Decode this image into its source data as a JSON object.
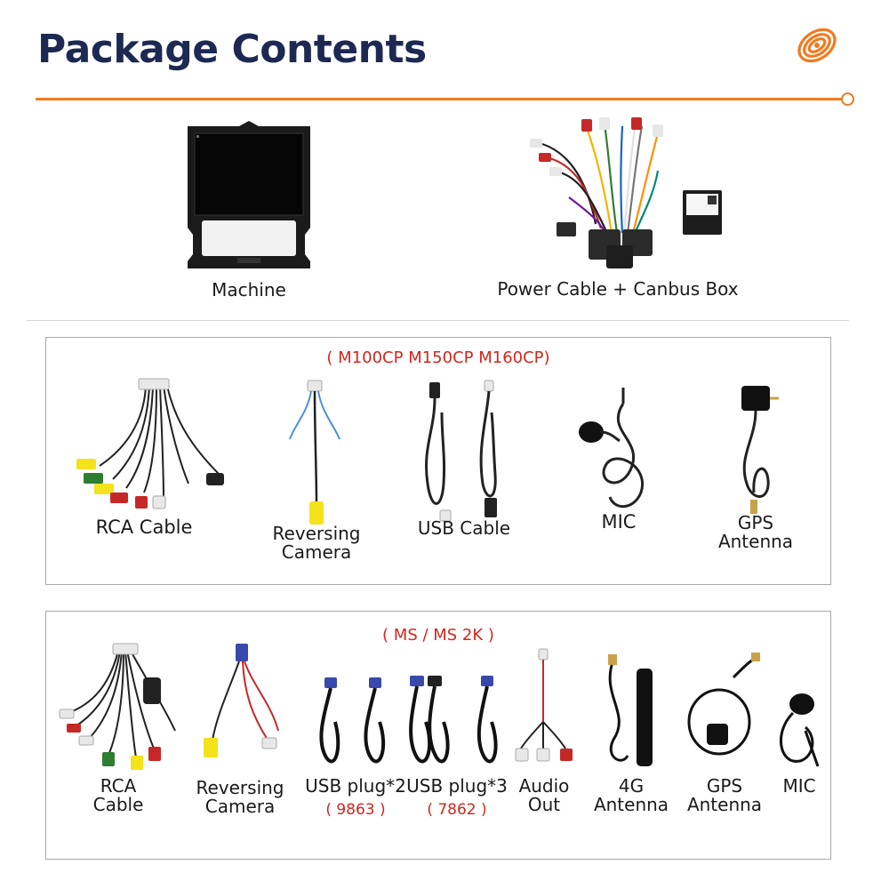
{
  "header": {
    "title": "Package Contents",
    "accent_color": "#f07b1f",
    "title_color": "#1d2952",
    "logo_icon": "orange-spiral-logo-icon"
  },
  "main_items": [
    {
      "label": "Machine",
      "icon": "car-stereo-unit-icon"
    },
    {
      "label": "Power Cable + Canbus Box",
      "icon": "wiring-harness-icon"
    }
  ],
  "panel_one": {
    "caption": "( M100CP M150CP M160CP)",
    "caption_color": "#d2261e",
    "items": [
      {
        "label": "RCA Cable",
        "icon": "rca-cable-icon"
      },
      {
        "label": "Reversing Camera",
        "icon": "reversing-camera-cable-icon"
      },
      {
        "label": "USB Cable",
        "icon": "usb-cable-icon"
      },
      {
        "label": "MIC",
        "icon": "microphone-icon"
      },
      {
        "label": "GPS Antenna",
        "icon": "gps-antenna-icon"
      }
    ]
  },
  "panel_two": {
    "caption": "( MS / MS 2K )",
    "caption_color": "#d2261e",
    "items": [
      {
        "label": "RCA Cable",
        "icon": "rca-cable-icon"
      },
      {
        "label": "Reversing Camera",
        "icon": "reversing-camera-cable-icon"
      },
      {
        "label": "USB plug*2",
        "note": "( 9863 )",
        "icon": "usb-plug-icon"
      },
      {
        "label": "USB plug*3",
        "note": "( 7862 )",
        "icon": "usb-plug-icon"
      },
      {
        "label": "Audio Out",
        "icon": "audio-out-cable-icon"
      },
      {
        "label": "4G Antenna",
        "icon": "4g-antenna-icon"
      },
      {
        "label": "GPS Antenna",
        "icon": "gps-antenna-icon"
      },
      {
        "label": "MIC",
        "icon": "microphone-icon"
      }
    ]
  }
}
